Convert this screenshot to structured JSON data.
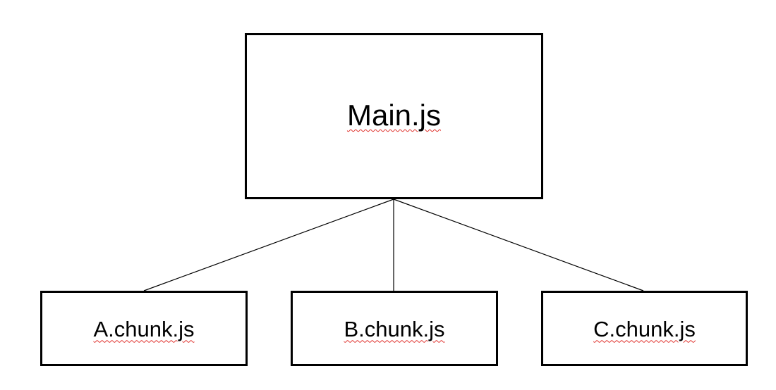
{
  "diagram": {
    "root": {
      "label": "Main.js"
    },
    "children": [
      {
        "label": "A.chunk.js"
      },
      {
        "label": "B.chunk.js"
      },
      {
        "label": "C.chunk.js"
      }
    ],
    "colors": {
      "stroke": "#000000",
      "background": "#ffffff",
      "spellcheck_underline": "#e0322d"
    }
  }
}
